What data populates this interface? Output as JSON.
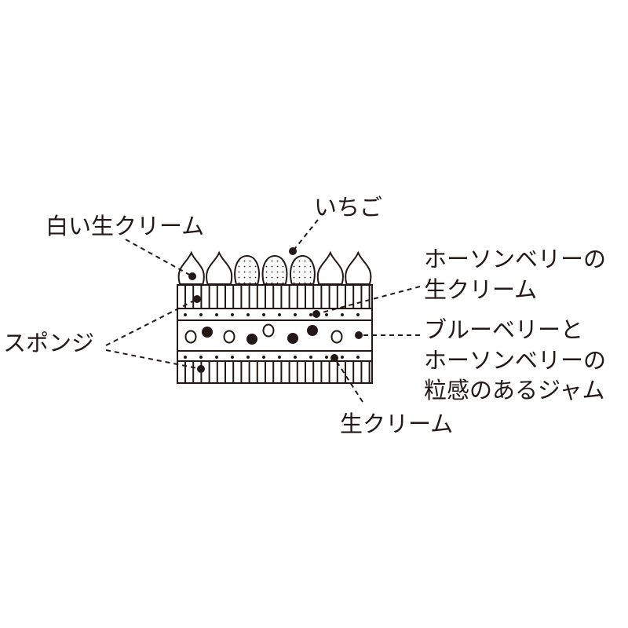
{
  "labels": {
    "white_cream": "白い生クリーム",
    "strawberry": "いちご",
    "hawthorn_cream_1": "ホーソンベリーの",
    "hawthorn_cream_2": "生クリーム",
    "sponge": "スポンジ",
    "jam_1": "ブルーベリーと",
    "jam_2": "ホーソンベリーの",
    "jam_3": "粒感のあるジャム",
    "fresh_cream": "生クリーム"
  },
  "colors": {
    "ink": "#231815",
    "background": "#ffffff"
  }
}
